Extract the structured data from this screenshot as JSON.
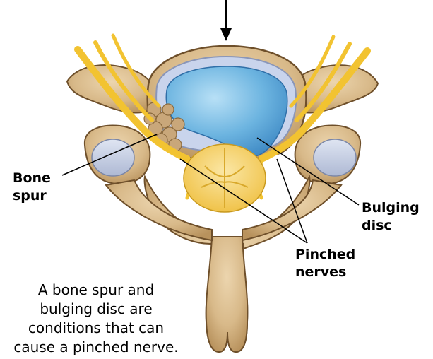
{
  "labels": {
    "bone_spur_line1": "Bone",
    "bone_spur_line2": "spur",
    "bulging_disc_line1": "Bulging",
    "bulging_disc_line2": "disc",
    "pinched_nerves_line1": "Pinched",
    "pinched_nerves_line2": "nerves"
  },
  "caption": {
    "line1": "A bone spur and",
    "line2": "bulging disc are",
    "line3": "conditions that can",
    "line4": "cause a pinched nerve."
  },
  "colors": {
    "bone": "#dcbf92",
    "bone_shadow": "#b48f5a",
    "outline": "#6e4f2a",
    "disc": "#6cb4e0",
    "disc_rim": "#c9d4ec",
    "nerve": "#f2c331",
    "spinal_cord": "#f6d56a",
    "spur": "#c9a77a",
    "facet": "#c9d2e6"
  }
}
